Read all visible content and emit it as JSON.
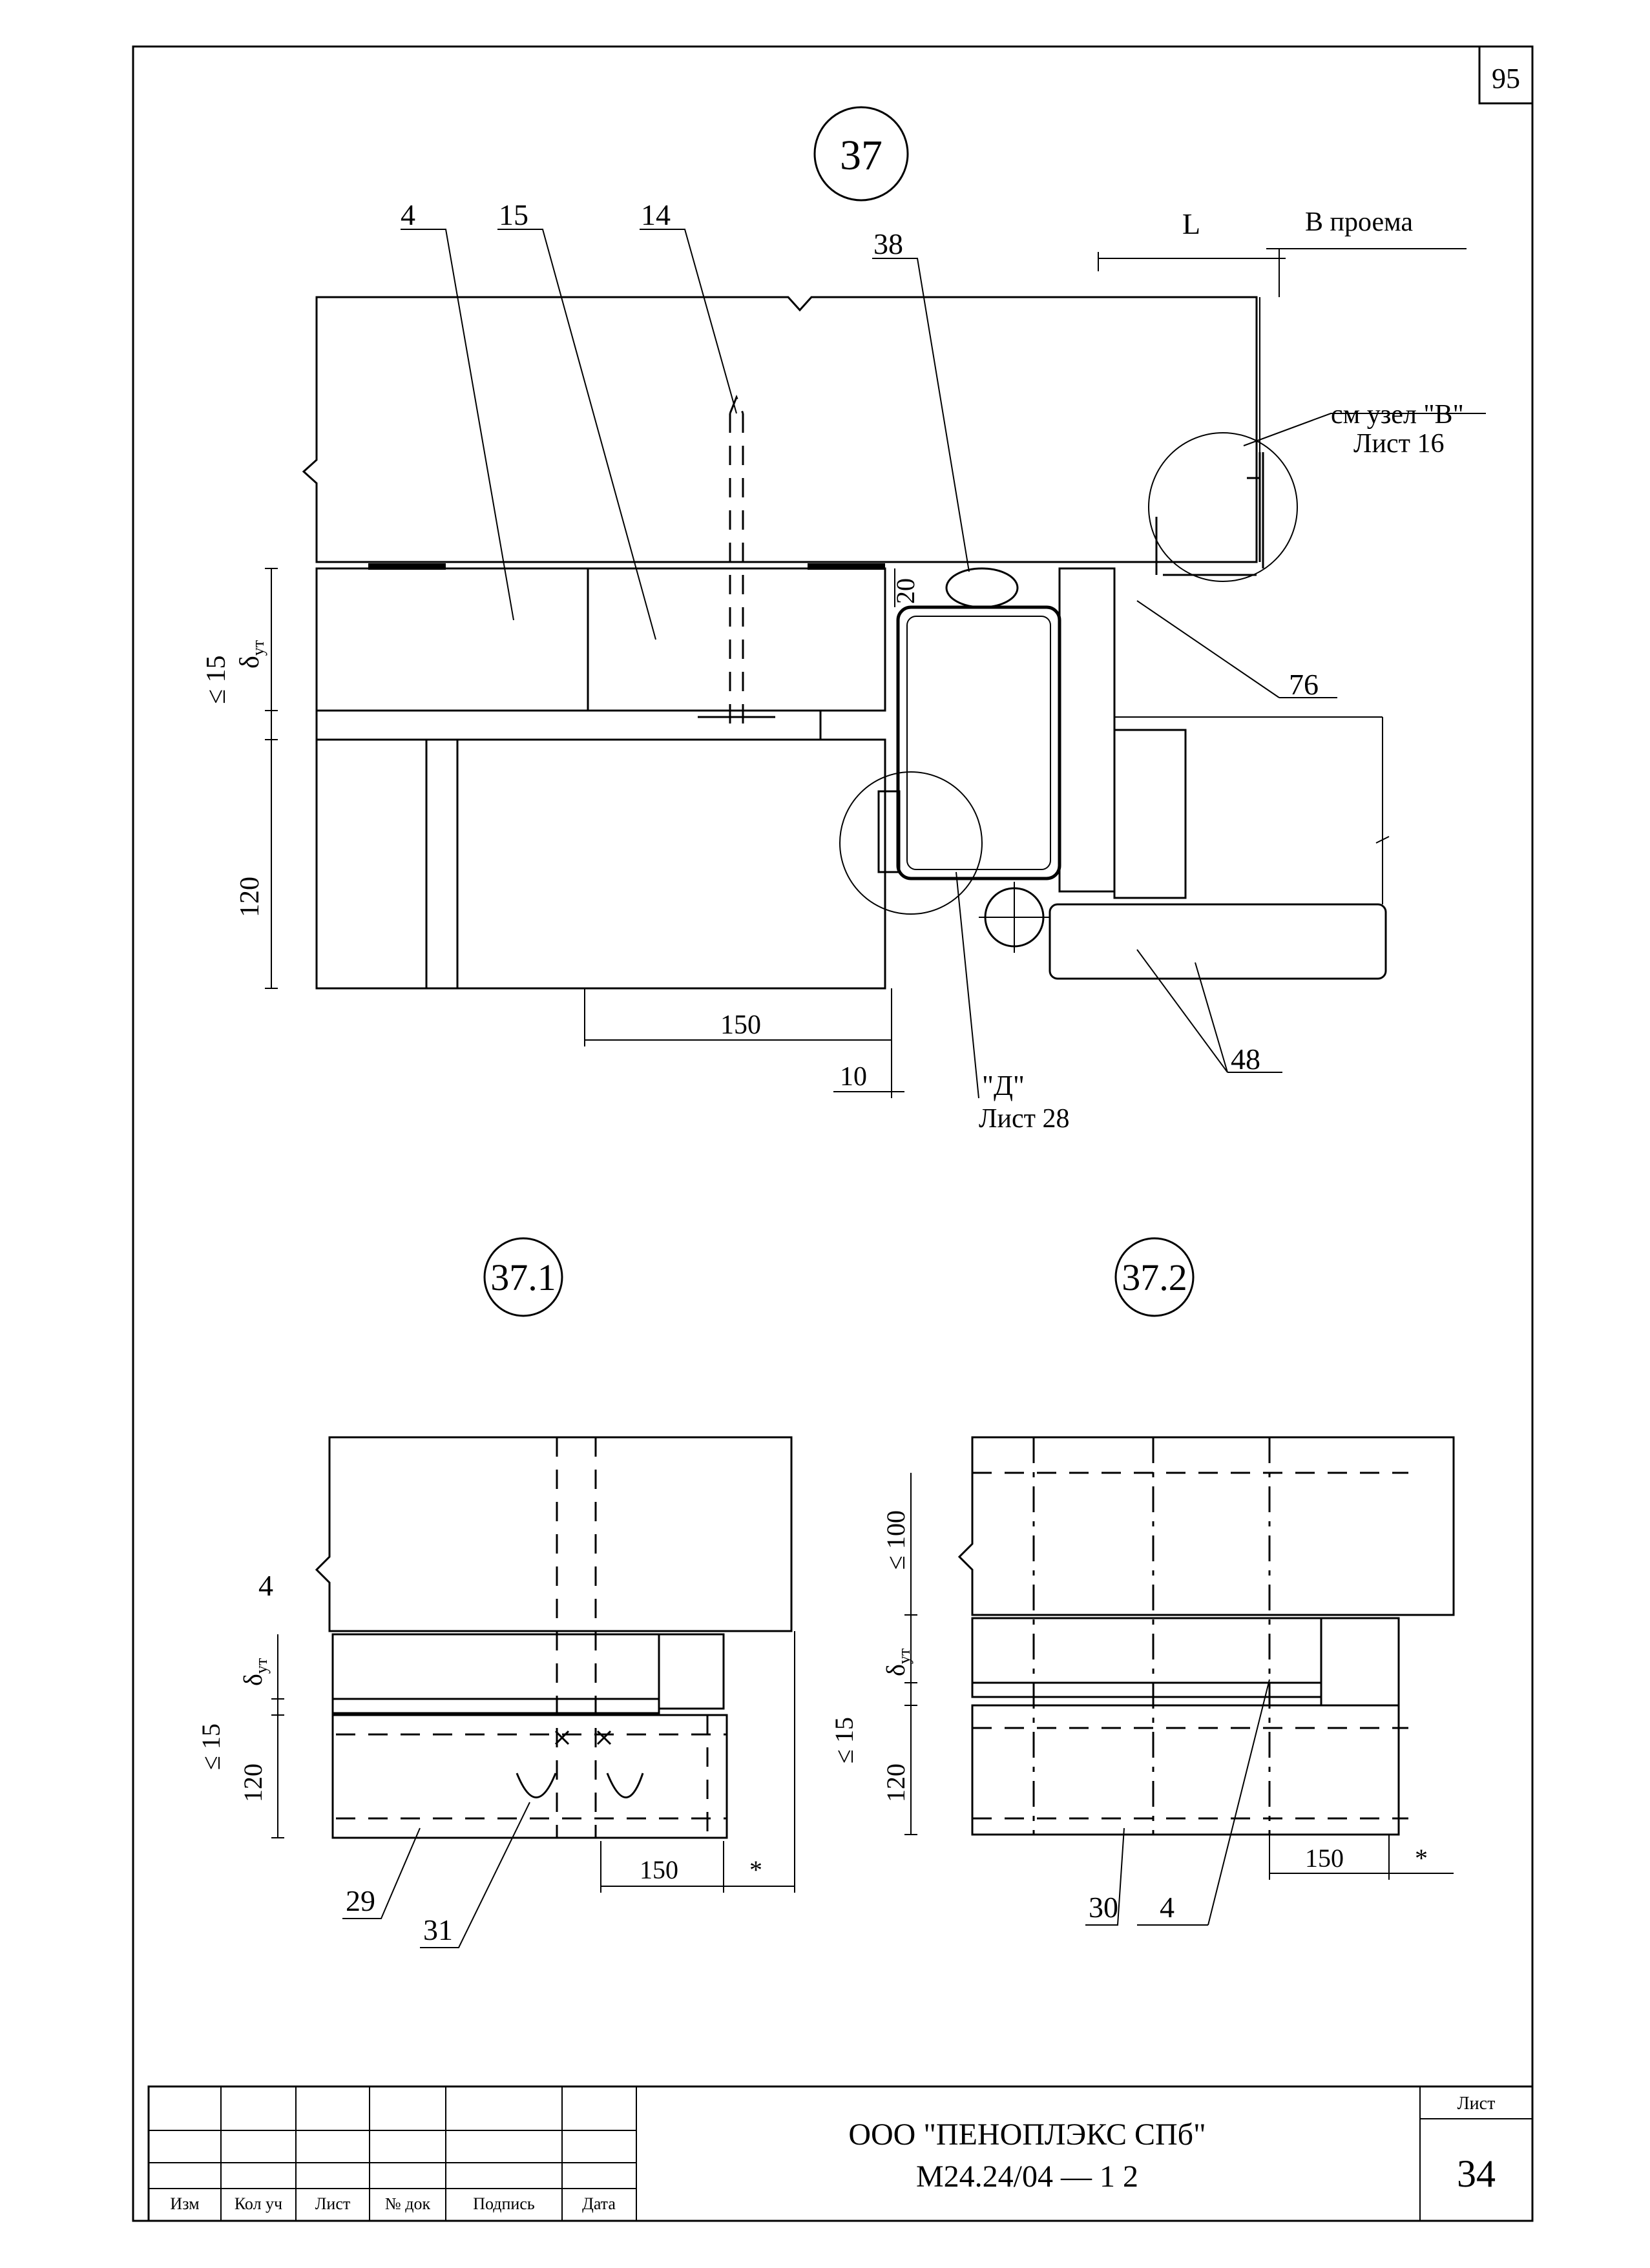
{
  "sheet_corner_number": "95",
  "details": {
    "d37": {
      "id": "37"
    },
    "d37_1": {
      "id": "37.1"
    },
    "d37_2": {
      "id": "37.2"
    }
  },
  "labels37": {
    "c4": "4",
    "c15": "15",
    "c14": "14",
    "c38": "38",
    "c76": "76",
    "c48": "48",
    "dim_L": "L",
    "v_proema": "В проема",
    "see_node": "см  узел \"В\"",
    "sheet16": "Лист 16",
    "dim_20": "20",
    "delta": "δ",
    "delta_sub": "ут",
    "le15": "≤ 15",
    "dim_120": "120",
    "dim_150": "150",
    "dim_10": "10",
    "node_d": "\"Д\"",
    "sheet28": "Лист 28"
  },
  "labels37_1": {
    "c4": "4",
    "c29": "29",
    "c31": "31",
    "delta": "δ",
    "delta_sub": "ут",
    "le15": "≤ 15",
    "dim_120": "120",
    "dim_150": "150",
    "star": "*"
  },
  "labels37_2": {
    "c30": "30",
    "c4": "4",
    "le100": "≤ 100",
    "delta": "δ",
    "delta_sub": "ут",
    "le15": "≤ 15",
    "dim_120": "120",
    "dim_150": "150",
    "star": "*"
  },
  "title_block": {
    "columns": [
      "Изм",
      "Кол уч",
      "Лист",
      "№ док",
      "Подпись",
      "Дата"
    ],
    "org": "ООО \"ПЕНОПЛЭКС СПб\"",
    "doc": "М24.24/04   —   1 2",
    "sheet_label": "Лист",
    "sheet_number": "34"
  }
}
